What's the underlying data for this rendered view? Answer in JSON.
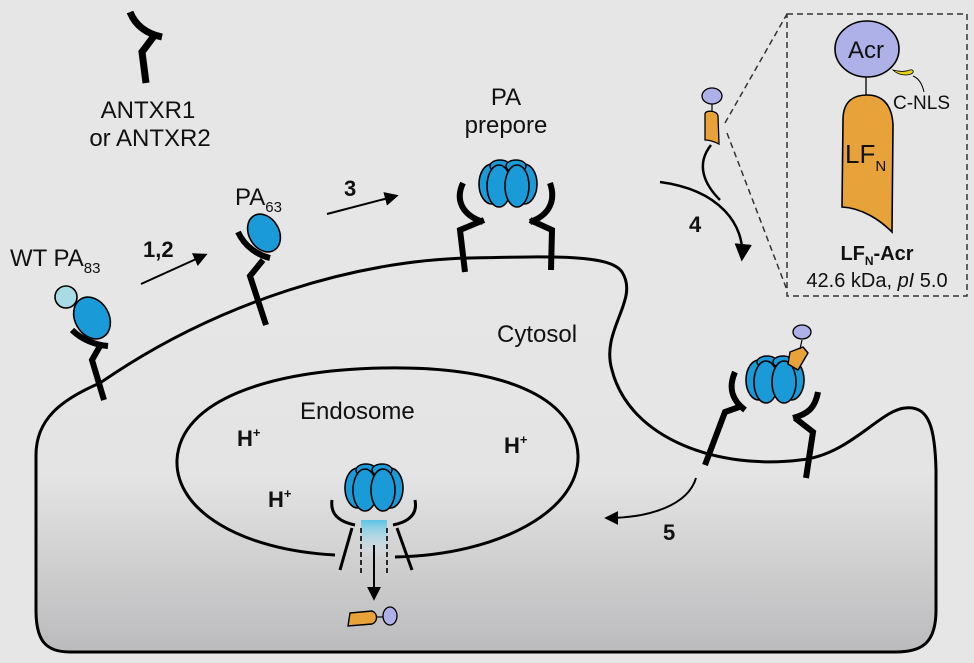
{
  "figure": {
    "type": "biological pathway diagram",
    "subject": "Anthrax toxin PA-mediated delivery of LFN-Acr into cytosol"
  },
  "colors": {
    "background": "#e6e6e6",
    "outline": "#000000",
    "pa_blue": "#1a9ad6",
    "pa_light": "#a9dbe6",
    "lfn_orange": "#e8a23a",
    "acr_lavender": "#aeb0e8",
    "nls_yellow": "#e6d21a",
    "cell_gradient_top": "#e6e6e6",
    "cell_gradient_bottom": "#bdbdbf"
  },
  "labels": {
    "receptor": [
      "ANTXR1",
      "or ANTXR2"
    ],
    "wt_pa": {
      "main": "WT PA",
      "sub": "83"
    },
    "pa63": {
      "main": "PA",
      "sub": "63"
    },
    "prepore": [
      "PA",
      "prepore"
    ],
    "cytosol": "Cytosol",
    "endosome": "Endosome",
    "proton": {
      "main": "H",
      "sup": "+"
    }
  },
  "steps": [
    {
      "id": "step-1-2",
      "label": "1,2"
    },
    {
      "id": "step-3",
      "label": "3"
    },
    {
      "id": "step-4",
      "label": "4"
    },
    {
      "id": "step-5",
      "label": "5"
    }
  ],
  "inset": {
    "acr_label": "Acr",
    "lfn_label": {
      "main": "LF",
      "sub": "N"
    },
    "nls_label": "C-NLS",
    "title": {
      "main": "LF",
      "sub": "N",
      "rest": "-Acr"
    },
    "subtitle": {
      "mass": "42.6 kDa, ",
      "pi": "pI",
      "pi_value": " 5.0"
    }
  }
}
